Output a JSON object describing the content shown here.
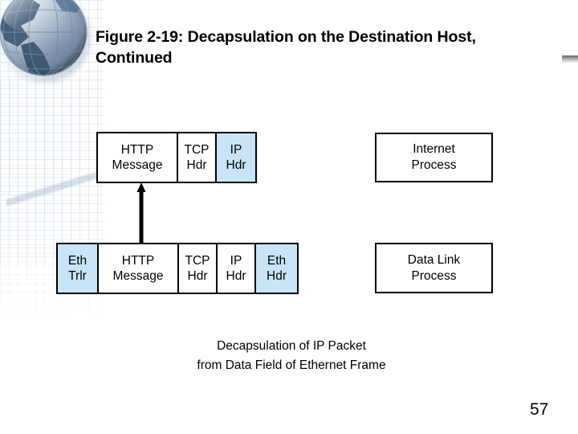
{
  "slide": {
    "title": "Figure 2-19: Decapsulation on the Destination Host, Continued",
    "page_number": "57",
    "caption_line1": "Decapsulation of IP Packet",
    "caption_line2": "from Data Field of Ethernet Frame"
  },
  "colors": {
    "highlight_blue": "#c9e4f7",
    "box_border": "#000000",
    "box_fill": "#ffffff",
    "text": "#000000"
  },
  "diagram": {
    "rows": [
      {
        "id": "application-layer-pdu",
        "segments": [
          {
            "line1": "HTTP",
            "line2": "Message",
            "fill": "white"
          },
          {
            "line1": "TCP",
            "line2": "Hdr",
            "fill": "white"
          },
          {
            "line1": "IP",
            "line2": "Hdr",
            "fill": "blue"
          }
        ]
      },
      {
        "id": "data-link-layer-frame",
        "segments": [
          {
            "line1": "Eth",
            "line2": "Trlr",
            "fill": "blue"
          },
          {
            "line1": "HTTP",
            "line2": "Message",
            "fill": "white"
          },
          {
            "line1": "TCP",
            "line2": "Hdr",
            "fill": "white"
          },
          {
            "line1": "IP",
            "line2": "Hdr",
            "fill": "white"
          },
          {
            "line1": "Eth",
            "line2": "Hdr",
            "fill": "blue"
          }
        ]
      }
    ],
    "processes": [
      {
        "id": "internet-process",
        "line1": "Internet",
        "line2": "Process"
      },
      {
        "id": "data-link-process",
        "line1": "Data Link",
        "line2": "Process"
      }
    ],
    "arrow": {
      "name": "decapsulation-up-arrow",
      "direction": "up"
    }
  }
}
